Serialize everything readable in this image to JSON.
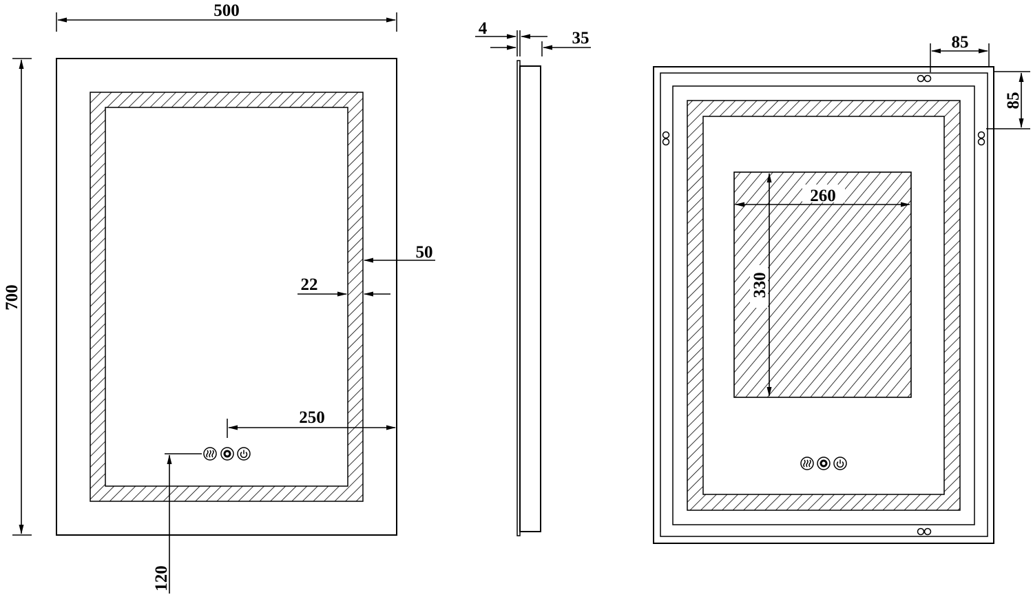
{
  "dimensions": {
    "width_500": "500",
    "height_700": "700",
    "border_50": "50",
    "strip_22": "22",
    "center_250": "250",
    "bottom_120": "120",
    "depth_4": "4",
    "depth_35": "35",
    "hanger_85_h": "85",
    "hanger_85_v": "85",
    "defog_260": "260",
    "defog_330": "330"
  },
  "icons": [
    "defog-icon",
    "brightness-icon",
    "power-icon"
  ],
  "colors": {
    "line": "#000000",
    "background": "#ffffff"
  }
}
